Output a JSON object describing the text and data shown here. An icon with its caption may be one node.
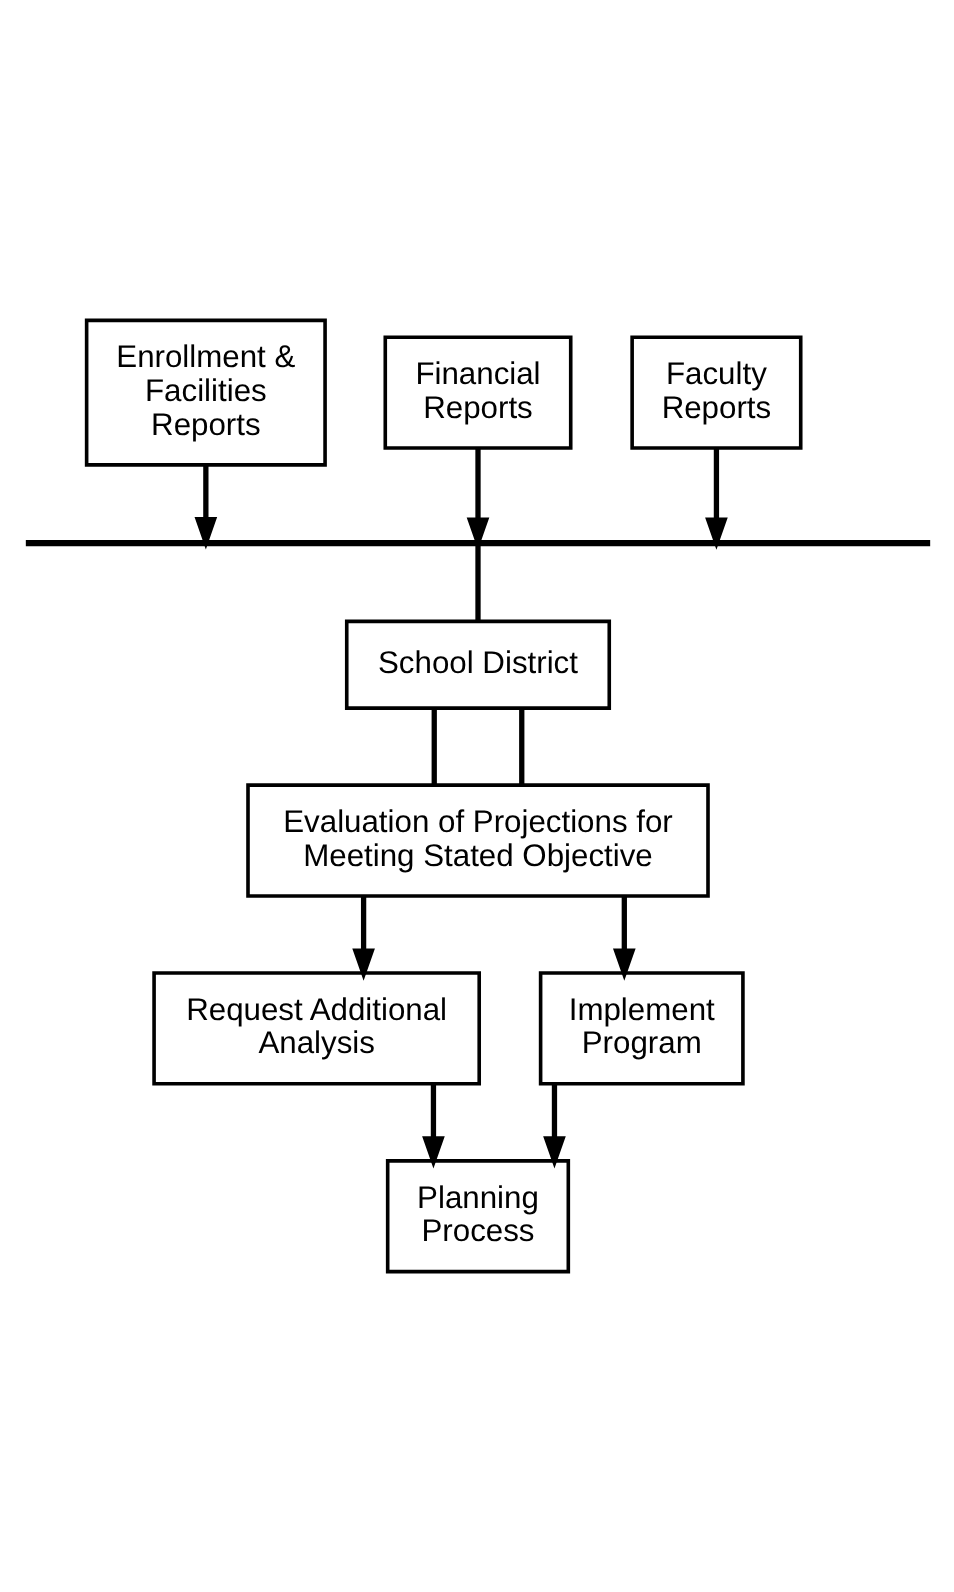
{
  "diagram": {
    "nodes": [
      {
        "text": [
          "Enrollment & Facilities Reports"
        ]
      },
      {
        "text": [
          "Financial Reports"
        ]
      },
      {
        "text": [
          "Faculty Reports"
        ]
      },
      {
        "text": [],
        "shape": "bar"
      },
      {
        "text": [
          "School District"
        ]
      },
      {
        "text": [
          "Evaluation of Projections for Meeting Stated Objective"
        ]
      },
      {
        "text": [
          "Request Additional Analysis"
        ]
      },
      {
        "text": [
          "Implement Program"
        ]
      },
      {
        "text": [
          "Planning Process"
        ]
      }
    ],
    "edges": [
      {
        "from": 0,
        "to": 3,
        "arrow": "to"
      },
      {
        "from": 1,
        "to": 3,
        "arrow": "to"
      },
      {
        "from": 2,
        "to": 3,
        "arrow": "to"
      },
      {
        "from": 3,
        "to": 4,
        "arrow": "none"
      },
      {
        "from": 4,
        "to": 5,
        "arrow": "none"
      },
      {
        "from": 4,
        "to": 5,
        "arrow": "none"
      },
      {
        "from": 5,
        "to": 6,
        "arrow": "to"
      },
      {
        "from": 5,
        "to": 7,
        "arrow": "to"
      },
      {
        "from": 6,
        "to": 8,
        "arrow": "to"
      },
      {
        "from": 7,
        "to": 8,
        "arrow": "to"
      }
    ]
  }
}
